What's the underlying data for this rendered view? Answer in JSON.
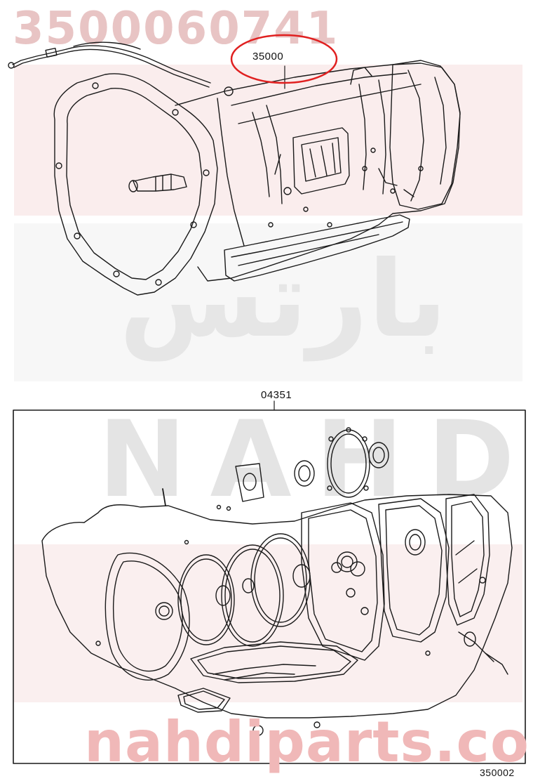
{
  "watermark": {
    "part_number": "3500060741",
    "brand": "NAHDI",
    "brand_arabic": "بارتس",
    "url": "nahdiparts.com"
  },
  "callouts": {
    "transmission_assembly": "35000",
    "gasket_kit": "04351"
  },
  "footer": {
    "figure_id": "350002"
  },
  "colors": {
    "highlight_circle": "#e02020",
    "watermark_red": "#e8c4c4",
    "watermark_gray": "#e4e4e4",
    "line_art": "#1a1a1a"
  }
}
